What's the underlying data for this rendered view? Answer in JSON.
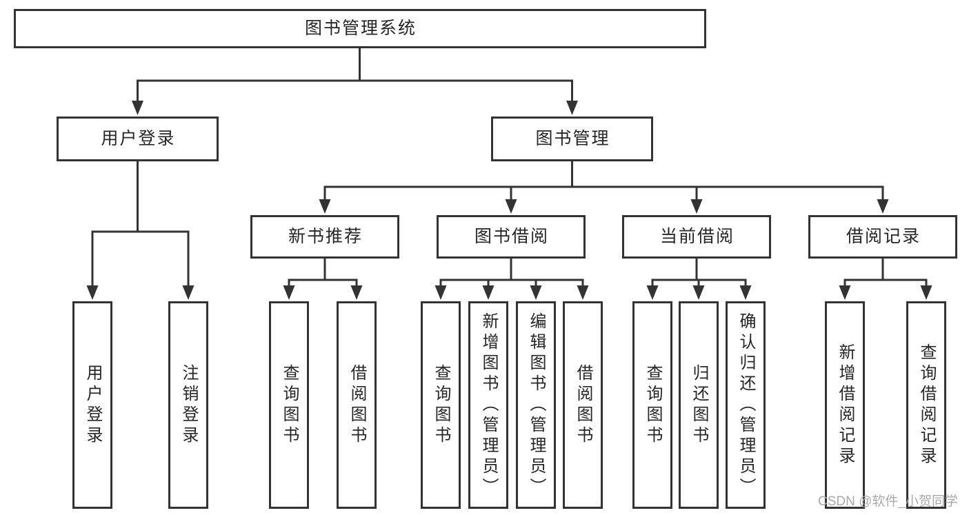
{
  "colors": {
    "line": "#333333",
    "text": "#262626",
    "background": "#ffffff",
    "watermark": "#a9a9a9"
  },
  "watermark": {
    "text": "CSDN @软件_小贺同学"
  },
  "tree": {
    "root": {
      "label": "图书管理系统"
    },
    "branches": [
      {
        "label": "用户登录",
        "children": [
          {
            "label": "用户登录"
          },
          {
            "label": "注销登录"
          }
        ]
      },
      {
        "label": "图书管理",
        "children": [
          {
            "label": "新书推荐",
            "children": [
              {
                "label": "查询图书"
              },
              {
                "label": "借阅图书"
              }
            ]
          },
          {
            "label": "图书借阅",
            "children": [
              {
                "label": "查询图书"
              },
              {
                "label": "新增图书（管理员）"
              },
              {
                "label": "编辑图书（管理员）"
              },
              {
                "label": "借阅图书"
              }
            ]
          },
          {
            "label": "当前借阅",
            "children": [
              {
                "label": "查询图书"
              },
              {
                "label": "归还图书"
              },
              {
                "label": "确认归还（管理员）"
              }
            ]
          },
          {
            "label": "借阅记录",
            "children": [
              {
                "label": "新增借阅记录"
              },
              {
                "label": "查询借阅记录"
              }
            ]
          }
        ]
      }
    ]
  }
}
